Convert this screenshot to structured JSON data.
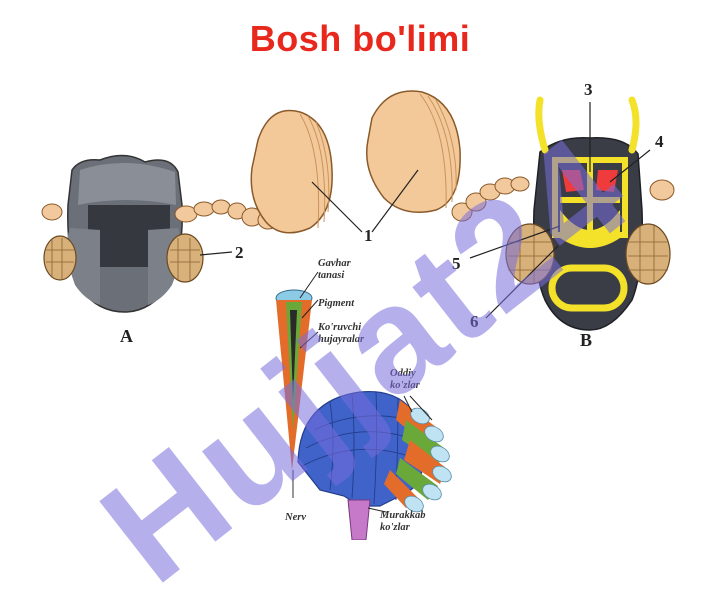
{
  "title": "Bosh bo'limi",
  "labels": {
    "n1": "1",
    "n2": "2",
    "n3": "3",
    "n4": "4",
    "n5": "5",
    "n6": "6",
    "A": "A",
    "B": "B"
  },
  "eye_labels": {
    "gavhar": "Gavhar tanasi",
    "pigment": "Pigment",
    "koruvchi": "Ko'ruvchi hujayralar",
    "oddiy": "Oddiy ko'zlar",
    "nerv": "Nerv",
    "murakkab": "Murakkab ko'zlar"
  },
  "watermark": "Hujjat24",
  "colors": {
    "title": "#e8281c",
    "head_dark": "#3a3d45",
    "antenna_tan": "#f4c99a",
    "eye_dome": "#3f63c9",
    "yellow": "#f4e12a",
    "red": "#ef3b3b"
  }
}
